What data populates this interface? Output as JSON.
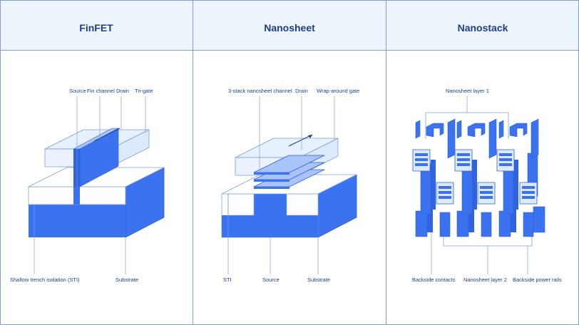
{
  "panels": [
    {
      "title": "FinFET",
      "labels": {
        "source": "Source",
        "fin_channel": "Fin channel",
        "drain": "Drain",
        "tri_gate": "Tri-gate",
        "sti": "Shallow trench isolation (STI)",
        "substrate": "Substrate"
      }
    },
    {
      "title": "Nanosheet",
      "labels": {
        "channel": "3-stack nanosheet channel",
        "drain": "Drain",
        "gate": "Wrap-around gate",
        "sti": "STI",
        "source": "Source",
        "substrate": "Substrate"
      }
    },
    {
      "title": "Nanostack",
      "labels": {
        "layer1": "Nanosheet layer 1",
        "backside_contacts": "Backside contacts",
        "layer2": "Nanosheet layer 2",
        "power_rails": "Backside power rails"
      }
    }
  ],
  "colors": {
    "header_bg": "#eef4fc",
    "title": "#1b3f8c",
    "line": "#7f9fd0",
    "accent_blue": "#3b72f0",
    "light_blue": "#a8c4f8",
    "pale_blue": "#e6efff"
  }
}
